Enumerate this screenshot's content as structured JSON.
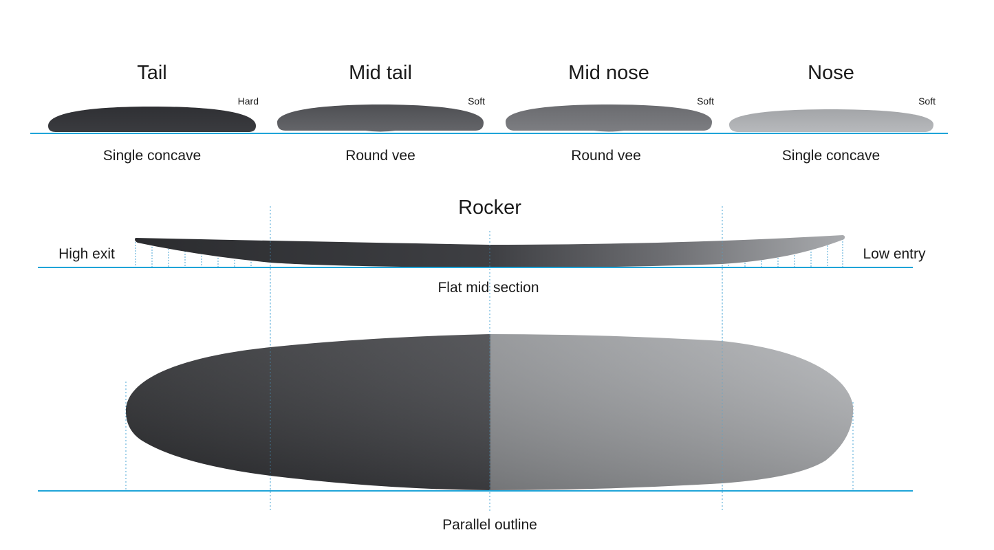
{
  "colors": {
    "baseline": "#1ea4d8",
    "guide": "#4aa6d6",
    "board_dark": "#2b2c2f",
    "board_mid": "#5d5e62",
    "board_light": "#aeb0b3"
  },
  "cross_sections": [
    {
      "title": "Tail",
      "hardness": "Hard",
      "profile": "Single concave"
    },
    {
      "title": "Mid tail",
      "hardness": "Soft",
      "profile": "Round vee"
    },
    {
      "title": "Mid nose",
      "hardness": "Soft",
      "profile": "Round vee"
    },
    {
      "title": "Nose",
      "hardness": "Soft",
      "profile": "Single concave"
    }
  ],
  "rocker": {
    "title": "Rocker",
    "left_label": "High exit",
    "right_label": "Low entry",
    "mid_label": "Flat mid section"
  },
  "outline": {
    "label": "Parallel outline"
  }
}
